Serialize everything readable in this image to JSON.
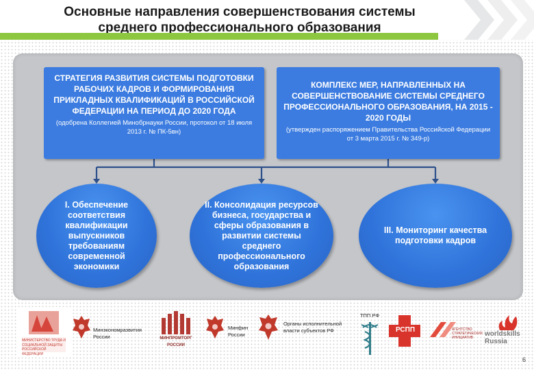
{
  "header": {
    "title_line1": "Основные направления совершенствования системы",
    "title_line2": "среднего профессионального образования",
    "accent_color": "#8dc63f"
  },
  "top_boxes": {
    "left": {
      "main": "СТРАТЕГИЯ РАЗВИТИЯ СИСТЕМЫ ПОДГОТОВКИ РАБОЧИХ КАДРОВ И ФОРМИРОВАНИЯ ПРИКЛАДНЫХ КВАЛИФИКАЦИЙ В РОССИЙСКОЙ ФЕДЕРАЦИИ НА ПЕРИОД ДО 2020 ГОДА",
      "sub": "(одобрена Коллегией Минобрнауки России, протокол от 18 июля 2013 г. № ПК-5вн)"
    },
    "right": {
      "main": "КОМПЛЕКС МЕР, НАПРАВЛЕННЫХ НА СОВЕРШЕНСТВОВАНИЕ СИСТЕМЫ СРЕДНЕГО ПРОФЕССИОНАЛЬНОГО ОБРАЗОВАНИЯ, НА 2015 - 2020 ГОДЫ",
      "sub": "(утвержден распоряжением Правительства Российской Федерации от 3 марта 2015 г. № 349-р)"
    }
  },
  "directions": [
    {
      "label": "I. Обеспечение соответствия квалификации выпускников требованиям современной экономики"
    },
    {
      "label": "II. Консолидация ресурсов бизнеса, государства и сферы образования в развитии системы среднего профессионального образования"
    },
    {
      "label": "III. Мониторинг качества подготовки кадров"
    }
  ],
  "logos": {
    "mintrud": "МИНИСТЕРСТВО ТРУДА И СОЦИАЛЬНОЙ ЗАЩИТЫ РОССИЙСКОЙ ФЕДЕРАЦИИ",
    "mineconom": "Минэкономразвития России",
    "minpromtorg": "МИНПРОМТОРГ РОССИИ",
    "minfin": "Минфин России",
    "regions": "Органы исполнительной власти субъектов РФ",
    "tpp": "ТПП РФ",
    "rspp": "РСПП",
    "asi": "АГЕНТСТВО СТРАТЕГИЧЕСКИХ ИНИЦИАТИВ",
    "worldskills": "worldskills Russia"
  },
  "page_number": "6",
  "colors": {
    "box_blue": "#3c7ce0",
    "panel_gray": "#c4c6ca",
    "connector": "#2d4f8a"
  }
}
